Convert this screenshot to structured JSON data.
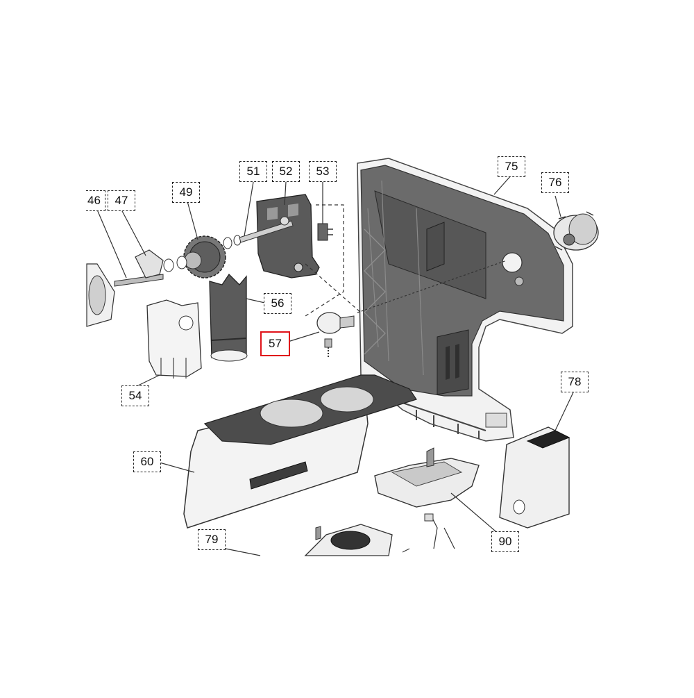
{
  "highlight_color": "#e0131a",
  "labels": {
    "p46": "46",
    "p47": "47",
    "p49": "49",
    "p51": "51",
    "p52": "52",
    "p53": "53",
    "p54": "54",
    "p56": "56",
    "p57": "57",
    "p60": "60",
    "p75": "75",
    "p76": "76",
    "p78": "78",
    "p79": "79",
    "p90": "90"
  },
  "selected_part": "57"
}
